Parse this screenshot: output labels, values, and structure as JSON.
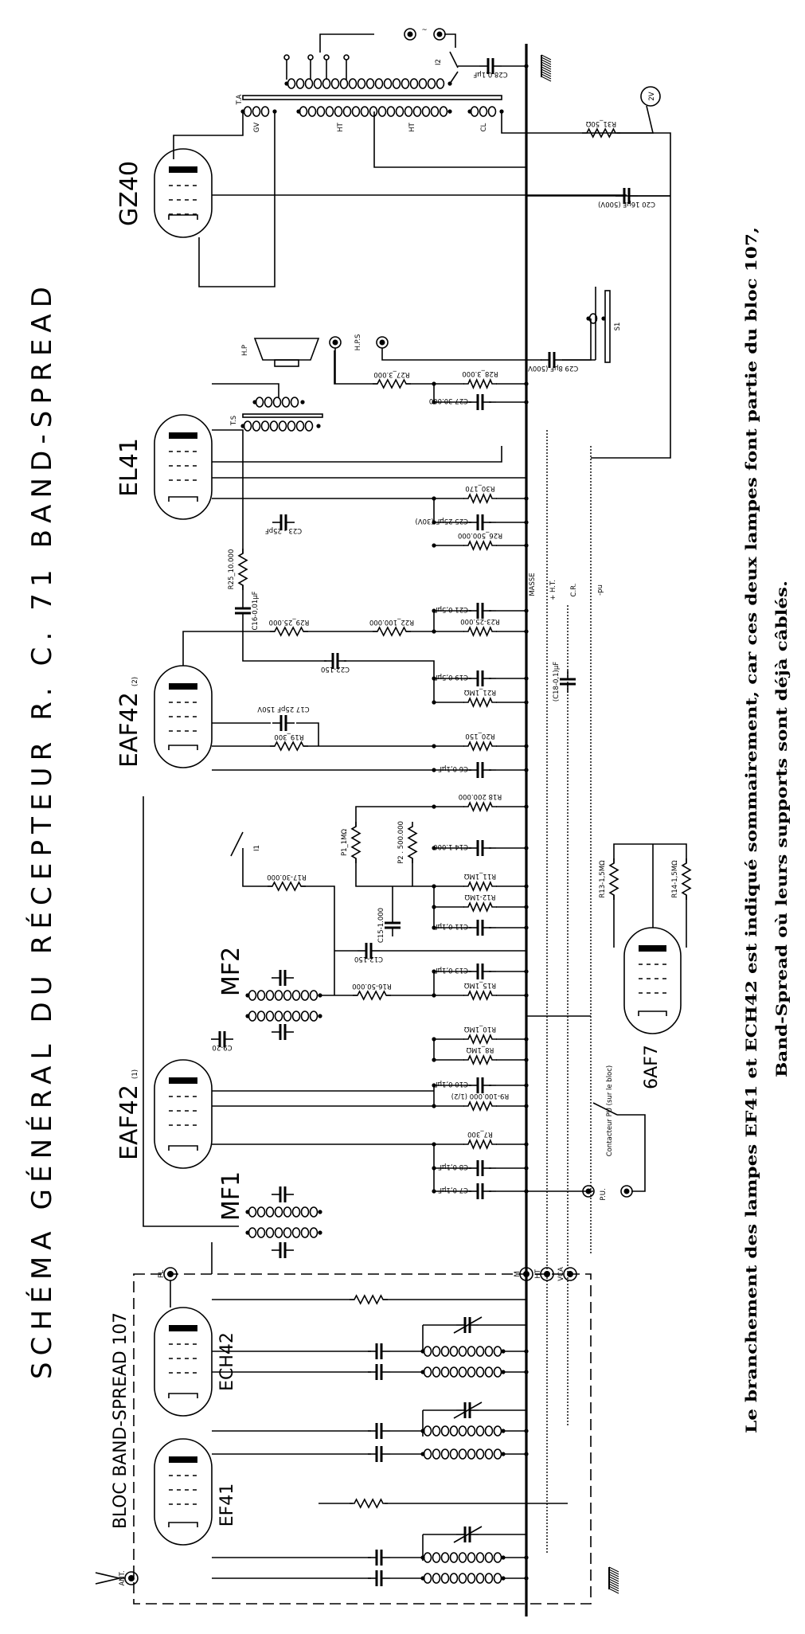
{
  "title": "SCHÉMA GÉNÉRAL DU RÉCEPTEUR R. C. 71 BAND-SPREAD",
  "caption": {
    "line1": "Le branchement des lampes EF41 et ECH42 est indiqué sommairement, car ces deux lampes font partie du bloc 107,",
    "line2": "Band-Spread où leurs supports sont déjà câblés."
  },
  "block_label": "BLOC BAND-SPREAD 107",
  "tubes": {
    "GZ40": "GZ40",
    "EL41": "EL41",
    "EAF42_2": "EAF42",
    "EAF42_2_suffix": "(2)",
    "EAF42_1": "EAF42",
    "EAF42_1_suffix": "(1)",
    "ECH42": "ECH42",
    "EF41": "EF41",
    "6AF7": "6AF7"
  },
  "transformers": {
    "TA": "T.A",
    "GV": "GV",
    "HT1": "HT",
    "HT2": "HT",
    "CL": "CL",
    "TS": "T.S",
    "MF1": "MF1",
    "MF2": "MF2",
    "S1": "S1",
    "HP": "H.P"
  },
  "components": {
    "R31": "R31_50Ω",
    "C28": "C28 0,1µF",
    "I2": "I2",
    "C20": "C20 16µF (500V)",
    "C29": "C29 8µF (500V)",
    "R28": "R28_3.000",
    "R27": "R27_3.000",
    "C27": "C27 30.000",
    "R30": "R30_170",
    "C25": "C25 25µF (30V)",
    "R26": "R26_500.000",
    "C23": "C23 - 25pF",
    "R25": "R25_10.000",
    "C16": "C16-0,01µF",
    "C21": "C21 0,5µF",
    "R23": "R23-25.000",
    "R22": "R22_100.000",
    "R29": "R29_25.000",
    "C22": "C22-150",
    "C19": "C19 0,5µF",
    "R21": "R21_1MΩ",
    "C17": "C17 25pF 150V",
    "R19": "R19_300",
    "R20": "R20_150",
    "C6": "C6 0,1µF",
    "R18": "R18 200.000",
    "C18": "(C18-0,1)µF",
    "C14": "C14 1.000",
    "P1": "P1_1MΩ",
    "P2": "P2 . 500.000",
    "I1": "I1",
    "R17": "R17-30.000",
    "R11": "R11_1MΩ",
    "R12": "R12-1MΩ",
    "C11": "C11 0,1µF",
    "C15": "C15-1.000",
    "C12": "C12-150",
    "C13": "C13 0,1µF",
    "R15": "R15_1MΩ",
    "R16": "R16-50.000",
    "R13": "R13-1,5MΩ",
    "R14": "R14-1,5MΩ",
    "R10": "R10_1MΩ",
    "R8": "R8_1MΩ",
    "C10": "C10 0,1µF",
    "R9": "R9-100.000 (1/2)",
    "C9": "C9-20",
    "R7": "R7_300",
    "C8": "C8 0,1µF",
    "C7": "C7 0,1µF"
  },
  "terminals": {
    "mains": "~",
    "V2": "2V",
    "HPS": "H.P.S",
    "PU": "P.U.",
    "contacteur": "Contacteur PU (sur le bloc)",
    "M": "M",
    "HT": "HT",
    "VCA": "VCA",
    "PL": "PL",
    "ANT": "ANT."
  },
  "bus_labels": {
    "masse": "MASSE",
    "ht": "+ H.T.",
    "cr": "C.R.",
    "pu": "-pu"
  },
  "colors": {
    "ink": "#000000",
    "paper": "#ffffff"
  }
}
